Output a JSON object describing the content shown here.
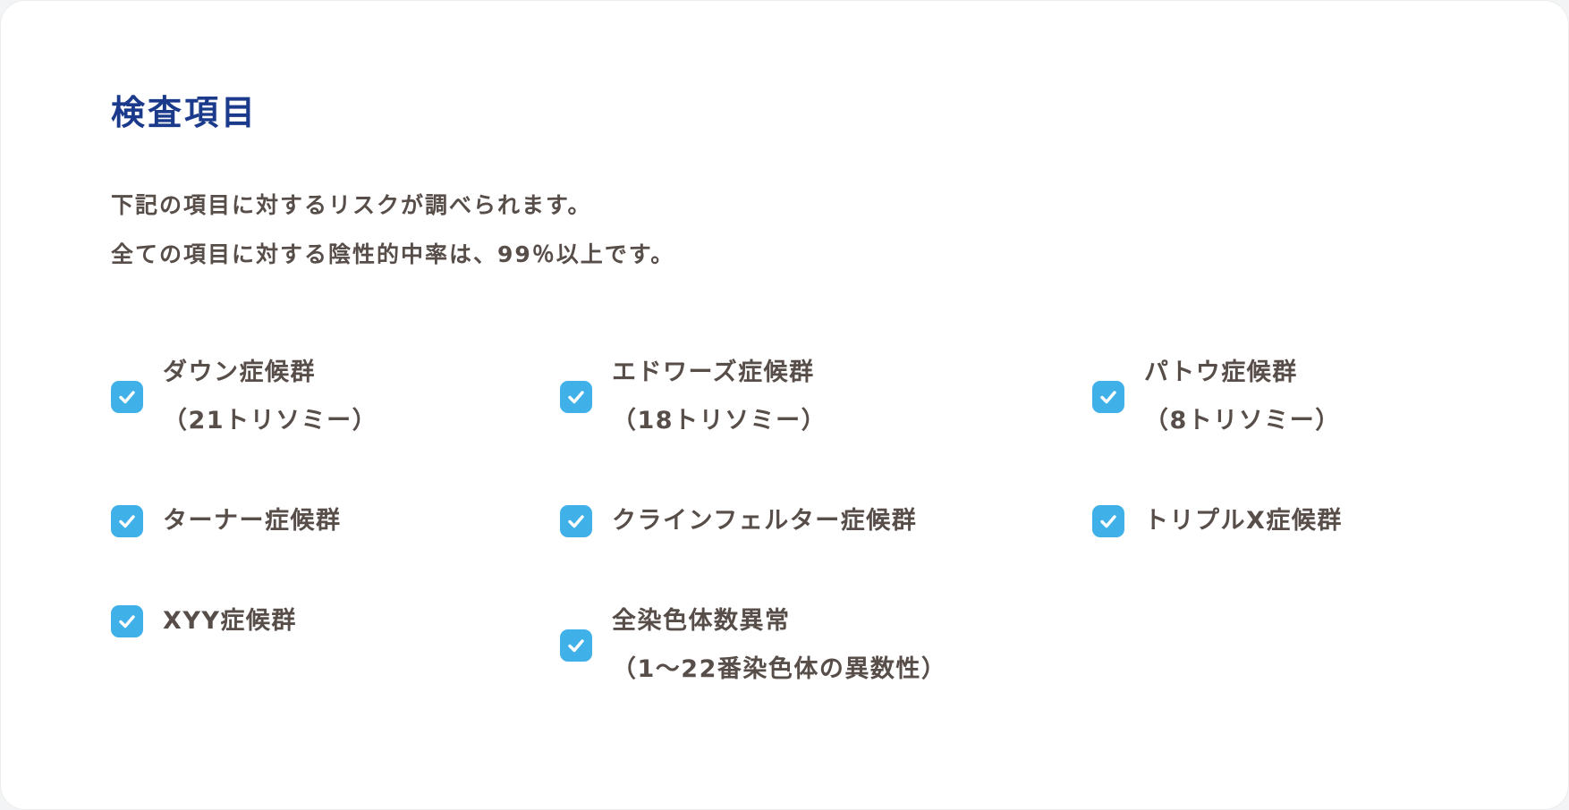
{
  "section": {
    "title": "検査項目",
    "description_line1": "下記の項目に対するリスクが調べられます。",
    "description_line2": "全ての項目に対する陰性的中率は、99％以上です。"
  },
  "checklist": {
    "items": [
      {
        "label": "ダウン症候群",
        "sub": "（21トリソミー）",
        "checked": true
      },
      {
        "label": "エドワーズ症候群",
        "sub": "（18トリソミー）",
        "checked": true
      },
      {
        "label": "パトウ症候群",
        "sub": "（8トリソミー）",
        "checked": true
      },
      {
        "label": "ターナー症候群",
        "sub": "",
        "checked": true
      },
      {
        "label": "クラインフェルター症候群",
        "sub": "",
        "checked": true
      },
      {
        "label": "トリプルX症候群",
        "sub": "",
        "checked": true
      },
      {
        "label": "XYY症候群",
        "sub": "",
        "checked": true
      },
      {
        "label": "全染色体数異常",
        "sub": "（1〜22番染色体の異数性）",
        "checked": true
      }
    ]
  },
  "colors": {
    "title_blue": "#1b3a8c",
    "body_text": "#574d49",
    "checkbox_blue": "#3fb1e8",
    "card_background": "#ffffff"
  }
}
